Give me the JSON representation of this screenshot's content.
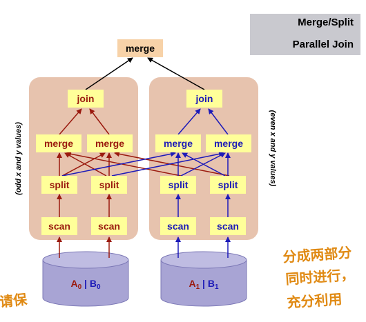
{
  "title": {
    "line1": "Merge/Split",
    "line2": "Parallel Join"
  },
  "nodes": {
    "merge_top": "merge",
    "join": "join",
    "merge": "merge",
    "split": "split",
    "scan": "scan"
  },
  "side_labels": {
    "left": "(odd x and y values)",
    "right": "(even x and y values)"
  },
  "disks": {
    "left": {
      "a": "A",
      "a_sub": "0",
      "sep": " | ",
      "b": "B",
      "b_sub": "0"
    },
    "right": {
      "a": "A",
      "a_sub": "1",
      "sep": " | ",
      "b": "B",
      "b_sub": "1"
    }
  },
  "handwritten_notes": {
    "right_line1": "分成两部分",
    "right_line2": "同时进行，",
    "right_line3": "充分利用",
    "bottom_left": "请保"
  },
  "colors": {
    "red_arrow": "#9a1a0e",
    "blue_arrow": "#1c1ab8",
    "node_fill": "#ffff99",
    "group_fill": "#e7c3ae",
    "disk_fill": "#a8a4d4",
    "top_node_fill": "#f7d2a8",
    "title_bg": "#c9c9cf",
    "disk_a_color": "#9a1a0e",
    "disk_b_color": "#1c1ab8",
    "note_color": "#e08a14"
  }
}
